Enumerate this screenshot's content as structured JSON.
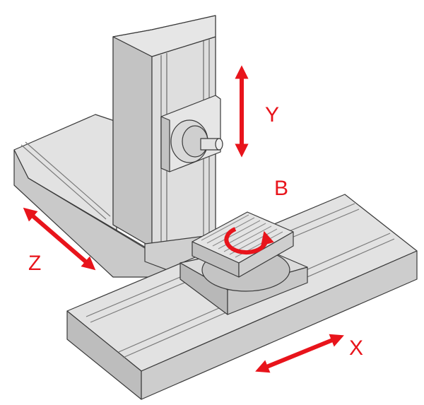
{
  "axes": {
    "y": {
      "label": "Y"
    },
    "b": {
      "label": "B"
    },
    "z": {
      "label": "Z"
    },
    "x": {
      "label": "X"
    }
  },
  "colors": {
    "arrow": "#e8141b",
    "label": "#e8141b",
    "face_light": "#e0e0e0",
    "face_mid": "#cdcdcd",
    "face_dark": "#b4b4b4",
    "outline": "#3a3a3a",
    "background": "#ffffff"
  },
  "icons": {
    "linear_axis": "double-headed-arrow",
    "rotary_axis": "circular-arrow"
  }
}
